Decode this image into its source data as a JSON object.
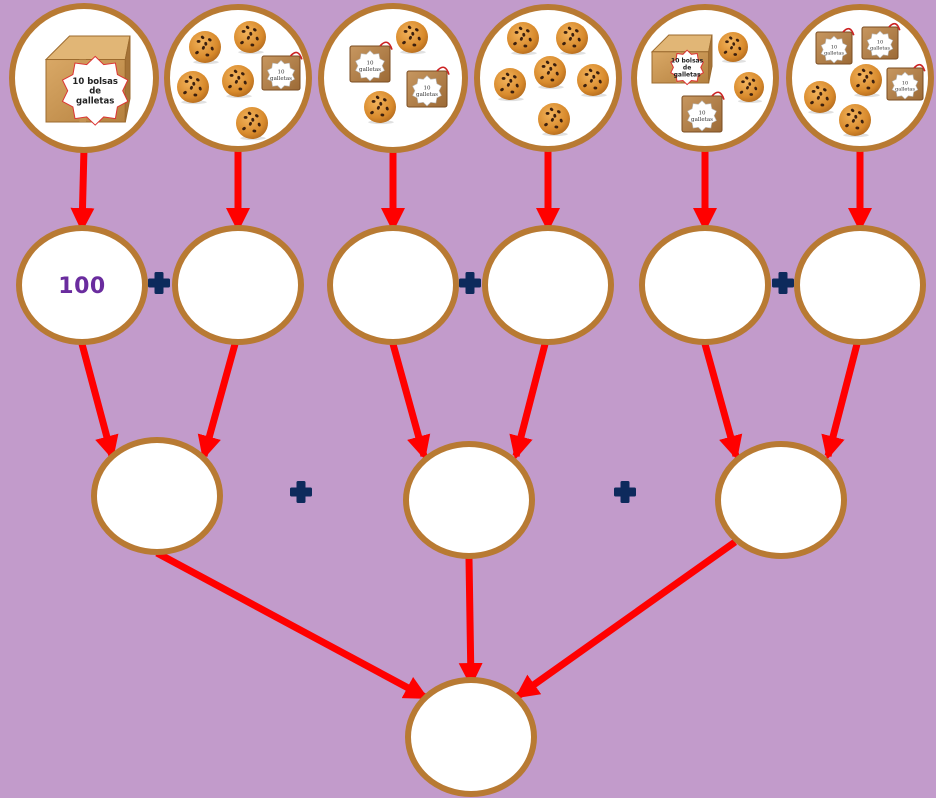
{
  "colors": {
    "background": "#c29bcb",
    "arrow": "#ff0000",
    "circle_border": "#b87a33",
    "circle_fill": "#ffffff",
    "plus": "#0d2a5c",
    "number_text": "#6a2c9e"
  },
  "pictures": [
    {
      "items": [
        {
          "kind": "box",
          "label_lines": [
            "10 bolsas",
            "de",
            "galletas"
          ]
        }
      ]
    },
    {
      "items": [
        {
          "kind": "cookie"
        },
        {
          "kind": "cookie"
        },
        {
          "kind": "cookie"
        },
        {
          "kind": "cookie"
        },
        {
          "kind": "bag",
          "label_lines": [
            "10",
            "galletas"
          ]
        },
        {
          "kind": "cookie"
        }
      ]
    },
    {
      "items": [
        {
          "kind": "bag",
          "label_lines": [
            "10",
            "galletas"
          ]
        },
        {
          "kind": "cookie"
        },
        {
          "kind": "bag",
          "label_lines": [
            "10",
            "galletas"
          ]
        },
        {
          "kind": "cookie"
        }
      ]
    },
    {
      "items": [
        {
          "kind": "cookie"
        },
        {
          "kind": "cookie"
        },
        {
          "kind": "cookie"
        },
        {
          "kind": "cookie"
        },
        {
          "kind": "cookie"
        },
        {
          "kind": "cookie"
        },
        {
          "kind": "cookie"
        }
      ]
    },
    {
      "items": [
        {
          "kind": "box",
          "label_lines": [
            "10 bolsas",
            "de",
            "galletas"
          ]
        },
        {
          "kind": "cookie"
        },
        {
          "kind": "cookie"
        },
        {
          "kind": "bag",
          "label_lines": [
            "10",
            "galletas"
          ]
        }
      ]
    },
    {
      "items": [
        {
          "kind": "bag",
          "label_lines": [
            "10",
            "galletas"
          ]
        },
        {
          "kind": "bag",
          "label_lines": [
            "10",
            "galletas"
          ]
        },
        {
          "kind": "cookie"
        },
        {
          "kind": "cookie"
        },
        {
          "kind": "bag",
          "label_lines": [
            "10",
            "galletas"
          ]
        },
        {
          "kind": "cookie"
        }
      ]
    }
  ],
  "level1": [
    {
      "value": "100"
    },
    {
      "value": ""
    },
    {
      "value": ""
    },
    {
      "value": ""
    },
    {
      "value": ""
    },
    {
      "value": ""
    }
  ],
  "level2": [
    {
      "value": ""
    },
    {
      "value": ""
    },
    {
      "value": ""
    }
  ],
  "total": {
    "value": ""
  },
  "operators": {
    "plus": "+"
  }
}
